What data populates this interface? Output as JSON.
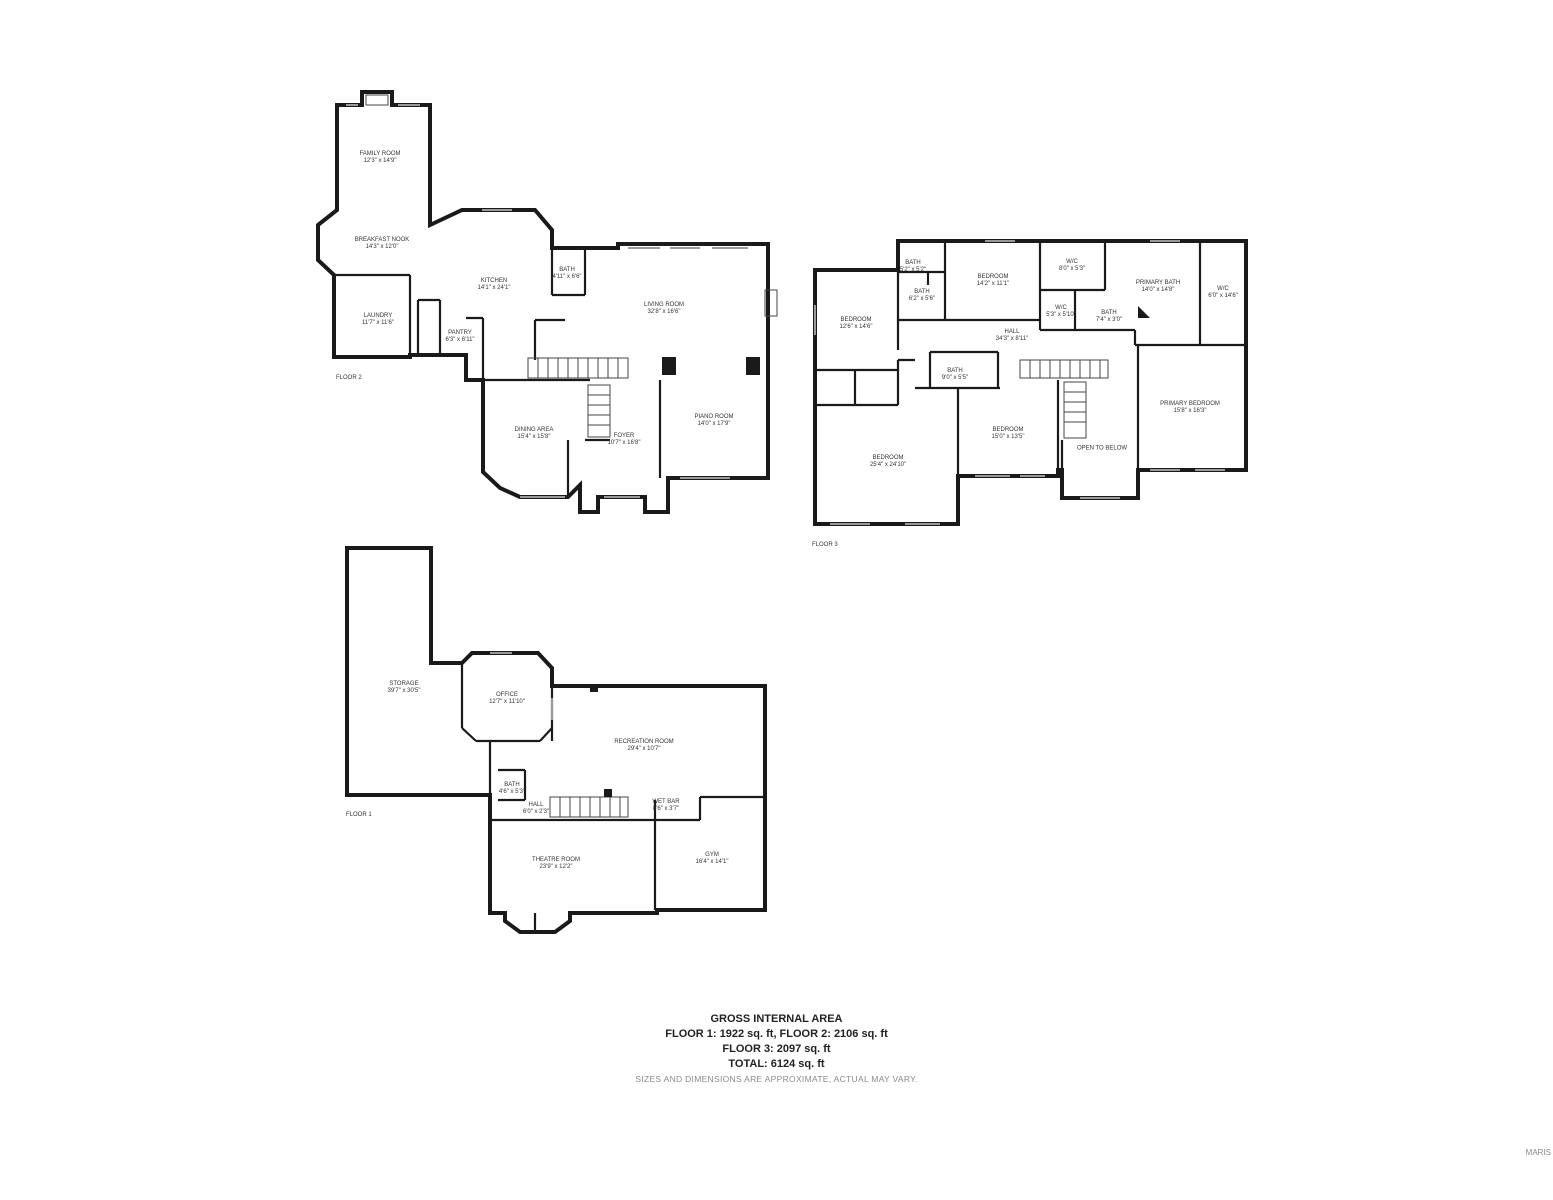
{
  "floors": {
    "floor1": {
      "label": "FLOOR 1",
      "rooms": {
        "storage": {
          "name": "STORAGE",
          "dim": "39'7\" x 30'5\""
        },
        "office": {
          "name": "OFFICE",
          "dim": "12'7\" x 11'10\""
        },
        "recreation": {
          "name": "RECREATION ROOM",
          "dim": "29'4\" x 10'7\""
        },
        "bath": {
          "name": "BATH",
          "dim": "4'6\" x 5'3\""
        },
        "hall": {
          "name": "HALL",
          "dim": "6'0\" x 2'3\""
        },
        "wetbar": {
          "name": "WET BAR",
          "dim": "8'6\" x 3'7\""
        },
        "theatre": {
          "name": "THEATRE ROOM",
          "dim": "23'9\" x 12'2\""
        },
        "gym": {
          "name": "GYM",
          "dim": "16'4\" x 14'1\""
        }
      }
    },
    "floor2": {
      "label": "FLOOR 2",
      "rooms": {
        "family": {
          "name": "FAMILY ROOM",
          "dim": "12'3\" x 14'9\""
        },
        "nook": {
          "name": "BREAKFAST NOOK",
          "dim": "14'3\" x 12'0\""
        },
        "laundry": {
          "name": "LAUNDRY",
          "dim": "11'7\" x 11'6\""
        },
        "pantry": {
          "name": "PANTRY",
          "dim": "6'3\" x 6'11\""
        },
        "kitchen": {
          "name": "KITCHEN",
          "dim": "14'1\" x 24'1\""
        },
        "bath": {
          "name": "BATH",
          "dim": "4'11\" x 6'6\""
        },
        "living": {
          "name": "LIVING ROOM",
          "dim": "32'8\" x 16'6\""
        },
        "dining": {
          "name": "DINING AREA",
          "dim": "15'4\" x 15'8\""
        },
        "foyer": {
          "name": "FOYER",
          "dim": "10'7\" x 16'8\""
        },
        "piano": {
          "name": "PIANO ROOM",
          "dim": "14'0\" x 17'9\""
        }
      }
    },
    "floor3": {
      "label": "FLOOR 3",
      "rooms": {
        "bath1": {
          "name": "BATH",
          "dim": "5'2\" x 5'2\""
        },
        "bath2": {
          "name": "BATH",
          "dim": "6'2\" x 5'6\""
        },
        "bedroom_nw": {
          "name": "BEDROOM",
          "dim": "12'6\" x 14'6\""
        },
        "bedroom_n": {
          "name": "BEDROOM",
          "dim": "14'2\" x 11'1\""
        },
        "wic1": {
          "name": "W/C",
          "dim": "8'0\" x 5'3\""
        },
        "wic2": {
          "name": "W/C",
          "dim": "5'3\" x 5'10\""
        },
        "bath3": {
          "name": "BATH",
          "dim": "7'4\" x 3'0\""
        },
        "primary_bath": {
          "name": "PRIMARY BATH",
          "dim": "14'0\" x 14'8\""
        },
        "wic3": {
          "name": "W/C",
          "dim": "6'0\" x 14'6\""
        },
        "hall": {
          "name": "HALL",
          "dim": "34'3\" x 8'11\""
        },
        "bath4": {
          "name": "BATH",
          "dim": "9'0\" x 5'5\""
        },
        "bedroom_big": {
          "name": "BEDROOM",
          "dim": "25'4\" x 24'10\""
        },
        "bedroom_c": {
          "name": "BEDROOM",
          "dim": "15'0\" x 13'5\""
        },
        "open": {
          "name": "OPEN TO BELOW",
          "dim": ""
        },
        "primary_bed": {
          "name": "PRIMARY BEDROOM",
          "dim": "15'8\" x 16'3\""
        }
      }
    }
  },
  "summary": {
    "title": "GROSS INTERNAL AREA",
    "line1": "FLOOR 1: 1922 sq. ft, FLOOR 2: 2106 sq. ft",
    "line2": "FLOOR 3: 2097 sq. ft",
    "total": "TOTAL: 6124 sq. ft",
    "disclaimer": "SIZES AND DIMENSIONS ARE APPROXIMATE, ACTUAL MAY VARY."
  },
  "watermark": "MARIS"
}
